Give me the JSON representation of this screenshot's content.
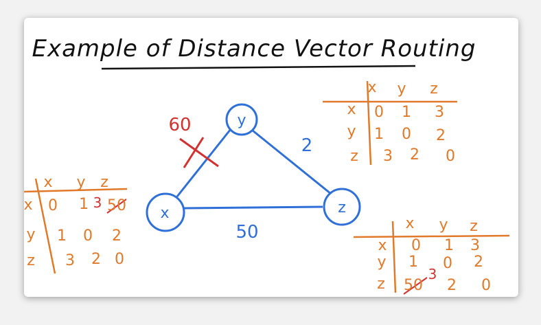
{
  "title": "Example of Distance Vector Routing",
  "nodes": {
    "x": "x",
    "y": "y",
    "z": "z"
  },
  "edges": {
    "xy": "60",
    "yz": "2",
    "xz": "50"
  },
  "colors": {
    "ink": "#111111",
    "blue": "#2f6fd8",
    "orange": "#e07a2a",
    "red": "#d33030"
  },
  "table_y": {
    "headers": [
      "x",
      "y",
      "z"
    ],
    "rows": [
      {
        "label": "x",
        "values": [
          "0",
          "1",
          "3"
        ]
      },
      {
        "label": "y",
        "values": [
          "1",
          "0",
          "2"
        ]
      },
      {
        "label": "z",
        "values": [
          "3",
          "2",
          "0"
        ]
      }
    ]
  },
  "table_x": {
    "headers": [
      "x",
      "y",
      "z"
    ],
    "rows": [
      {
        "label": "x",
        "values": [
          "0",
          "1",
          "3"
        ],
        "struck": "50"
      },
      {
        "label": "y",
        "values": [
          "1",
          "0",
          "2"
        ]
      },
      {
        "label": "z",
        "values": [
          "3",
          "2",
          "0"
        ]
      }
    ]
  },
  "table_z": {
    "headers": [
      "x",
      "y",
      "z"
    ],
    "rows": [
      {
        "label": "x",
        "values": [
          "0",
          "1",
          "3"
        ]
      },
      {
        "label": "y",
        "values": [
          "1",
          "0",
          "2"
        ]
      },
      {
        "label": "z",
        "values": [
          "3",
          "2",
          "0"
        ],
        "struck": "50"
      }
    ]
  }
}
